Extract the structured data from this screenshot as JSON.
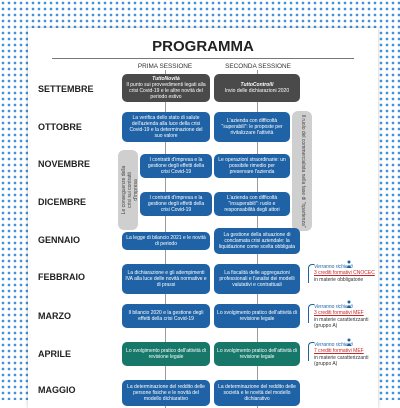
{
  "title": "PROGRAMMA",
  "columns": {
    "first": "PRIMA SESSIONE",
    "second": "SECONDA SESSIONE"
  },
  "months": [
    "SETTEMBRE",
    "OTTOBRE",
    "NOVEMBRE",
    "DICEMBRE",
    "GENNAIO",
    "FEBBRAIO",
    "MARZO",
    "APRILE",
    "MAGGIO"
  ],
  "side_left": {
    "line1": "Le conseguenze della",
    "line2": "crisi sui contratti",
    "line3": "d'impresa"
  },
  "side_right": {
    "line1": "Il ruolo del commercialista nella fase di \"ripartenza\""
  },
  "boxes": {
    "set1": {
      "title": "TuttoNovità",
      "body": "Il punto sui provvedimenti legati alla crisi Covid-19 e le altre novità del periodo estivo"
    },
    "set2": {
      "title": "TuttoControlli",
      "body": "Invio delle dichiarazioni 2020"
    },
    "ott1": {
      "body": "La verifica dello stato di salute dell'azienda alla luce della crisi Covid-19 e la determinazione del suo valore"
    },
    "ott2": {
      "body": "L'azienda con difficoltà \"superabili\": le proposte per rivitalizzare l'attività"
    },
    "nov1": {
      "body": "I contratti d'impresa e la gestione degli effetti della crisi Covid-19"
    },
    "nov2": {
      "body": "Le operazioni straordinarie: un possibile rimedio per preservare l'azienda"
    },
    "dic1": {
      "body": "I contratti d'impresa e la gestione degli effetti della crisi Covid-19"
    },
    "dic2": {
      "body": "L'azienda con difficoltà \"insuperabili\": ruolo e responsabilità degli attori"
    },
    "gen1": {
      "body": "La legge di bilancio 2021 e le novità di periodo"
    },
    "gen2": {
      "body": "La gestione della situazione di conclamata crisi aziendale: la liquidazione come scelta obbligata"
    },
    "feb1": {
      "body": "La dichiarazione e gli adempimenti IVA alla luce delle novità normative e di prassi"
    },
    "feb2": {
      "body": "La fiscalità delle aggregazioni professionali e l'analisi dei modelli valutativi e contrattuali"
    },
    "mar1": {
      "body": "Il bilancio 2020 e la gestione degli effetti della crisi Covid-19"
    },
    "mar2": {
      "body": "Lo svolgimento pratico dell'attività di revisione legale"
    },
    "apr1": {
      "body": "Lo svolgimento pratico dell'attività di revisione legale"
    },
    "apr2": {
      "body": "Lo svolgimento pratico dell'attività di revisione legale"
    },
    "mag1": {
      "body": "La determinazione del reddito delle persone fisiche e le novità del modello dichiarativo"
    },
    "mag2": {
      "body": "La determinazione del reddito delle società e le novità del modello dichiarativo"
    }
  },
  "credits": {
    "feb": {
      "title": "Verranno richiesti",
      "red": "3 crediti formativi CNOCEC",
      "rest": "in materie obbligatorie"
    },
    "mar": {
      "title": "Verranno richiesti",
      "red": "3 crediti formativi MEF",
      "rest": "in materie caratterizzanti (gruppo A)"
    },
    "apr": {
      "title": "Verranno richiesti",
      "red": "7 crediti formativi MEF",
      "rest": "in materie caratterizzanti (gruppo A)"
    }
  },
  "colors": {
    "blue": "#1f63a6",
    "dark": "#4a4a4a",
    "teal": "#17786a",
    "red": "#c62828",
    "dots": "#2f86d6"
  }
}
